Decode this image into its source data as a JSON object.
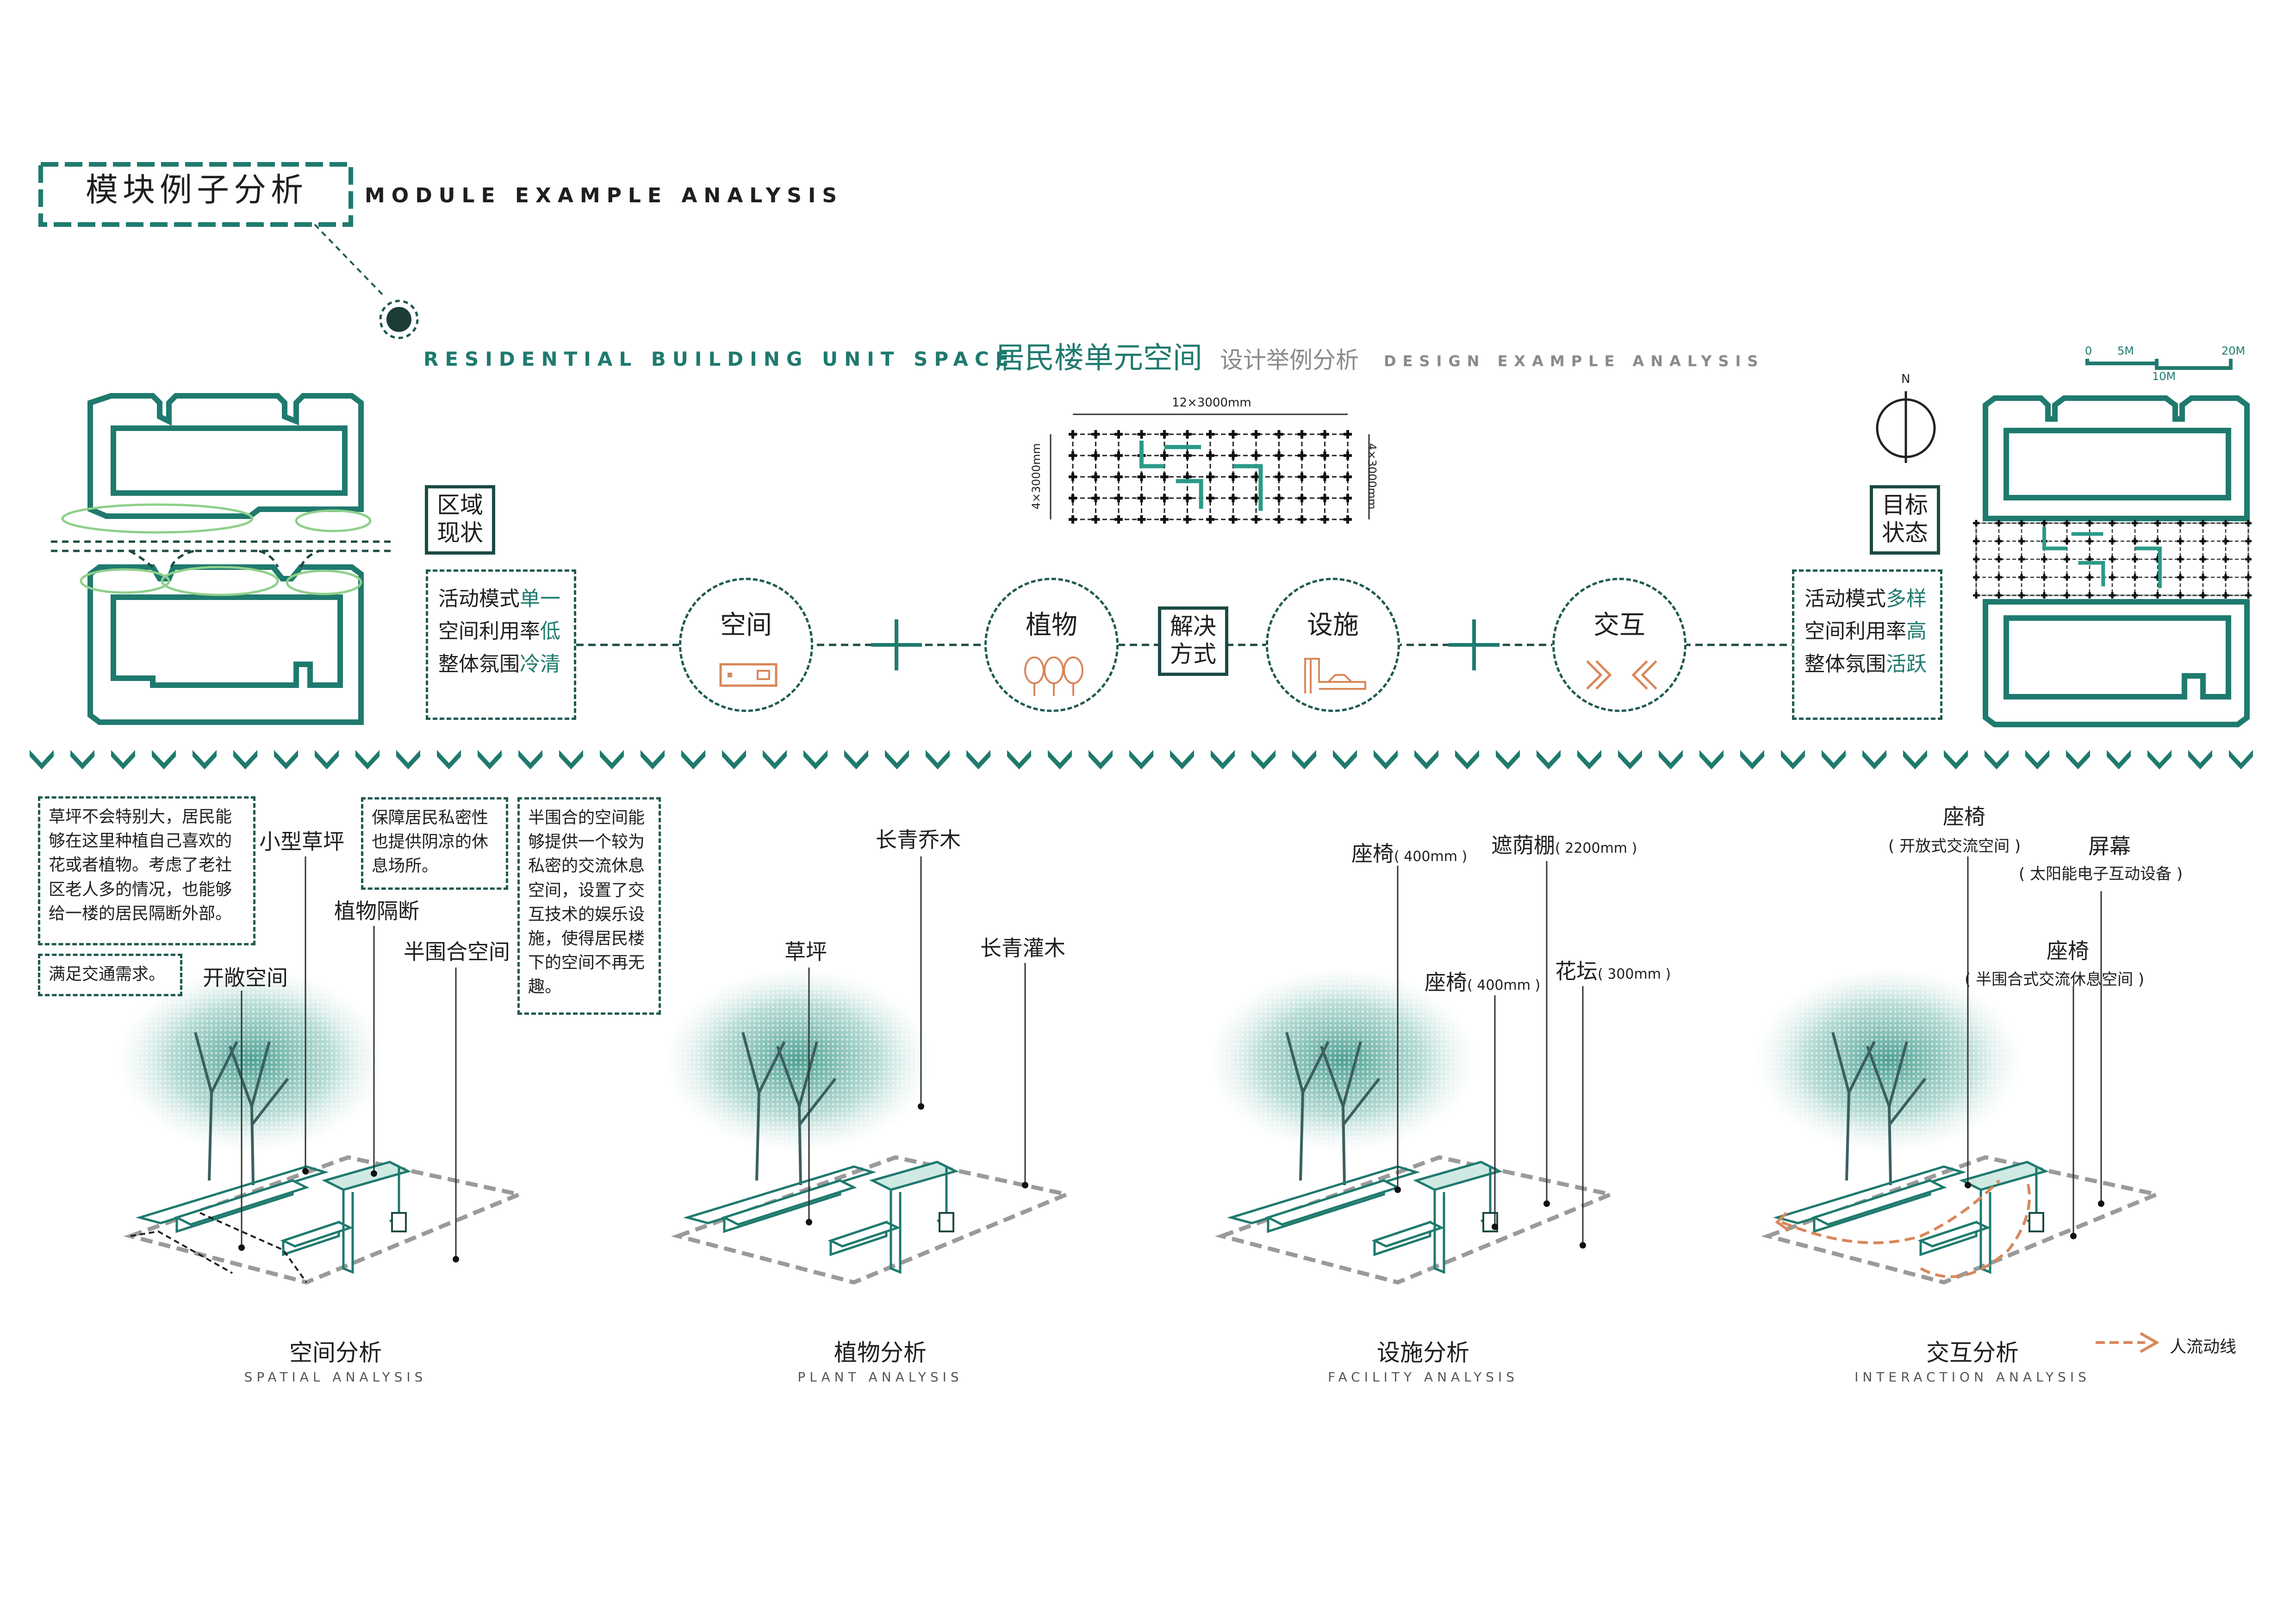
{
  "header": {
    "title_cn": "模块例子分析",
    "title_en": "MODULE EXAMPLE ANALYSIS"
  },
  "subheader": {
    "en_left": "RESIDENTIAL BUILDING UNIT SPACE",
    "cn_main": "居民楼单元空间",
    "cn_sub": "设计举例分析",
    "en_right": "DESIGN EXAMPLE ANALYSIS"
  },
  "scale_bar": {
    "t0": "0",
    "t5": "5M",
    "t10": "10M",
    "t20": "20M"
  },
  "north": "N",
  "grid_module": {
    "top_dim": "12×3000mm",
    "left_dim": "4×3000mm",
    "right_dim": "4×3000mm"
  },
  "current": {
    "label_lines": [
      "区域",
      "现状"
    ],
    "rows": [
      {
        "base": "活动模式",
        "accent": "单一"
      },
      {
        "base": "空间利用率",
        "accent": "低"
      },
      {
        "base": "整体氛围",
        "accent": "冷清"
      }
    ]
  },
  "target": {
    "label_lines": [
      "目标",
      "状态"
    ],
    "rows": [
      {
        "base": "活动模式",
        "accent": "多样"
      },
      {
        "base": "空间利用率",
        "accent": "高"
      },
      {
        "base": "整体氛围",
        "accent": "活跃"
      }
    ]
  },
  "solution_label_lines": [
    "解决",
    "方式"
  ],
  "elements": [
    {
      "label": "空间",
      "icon": "bench-icon"
    },
    {
      "label": "植物",
      "icon": "trees-icon"
    },
    {
      "label": "设施",
      "icon": "facility-icon"
    },
    {
      "label": "交互",
      "icon": "chevrons-icon"
    }
  ],
  "spatial": {
    "caption_cn": "空间分析",
    "caption_en": "SPATIAL ANALYSIS",
    "note1": [
      "草坪不会特别大，居民能",
      "够在这里种植自己喜欢的",
      "花或者植物。考虑了老社",
      "区老人多的情况，也能够",
      "给一楼的居民隔断外部。"
    ],
    "note2": [
      "满足交通需求。"
    ],
    "note3": [
      "保障居民私密性",
      "也提供阴凉的休",
      "息场所。"
    ],
    "note4": [
      "半围合的空间能",
      "够提供一个较为",
      "私密的交流休息",
      "空间，设置了交",
      "互技术的娱乐设",
      "施，使得居民楼",
      "下的空间不再无",
      "趣。"
    ],
    "labels": {
      "small_lawn": "小型草坪",
      "plant_divider": "植物隔断",
      "open_space": "开敞空间",
      "semi_enclosed": "半围合空间"
    }
  },
  "plant": {
    "caption_cn": "植物分析",
    "caption_en": "PLANT ANALYSIS",
    "labels": {
      "evergreen_tree": "长青乔木",
      "lawn": "草坪",
      "evergreen_shrub": "长青灌木"
    }
  },
  "facility": {
    "caption_cn": "设施分析",
    "caption_en": "FACILITY ANALYSIS",
    "labels": {
      "seat1": "座椅",
      "seat1_dim": "( 400mm )",
      "canopy": "遮荫棚",
      "canopy_dim": "( 2200mm )",
      "seat2": "座椅",
      "seat2_dim": "( 400mm )",
      "planter": "花坛",
      "planter_dim": "( 300mm )"
    }
  },
  "interaction": {
    "caption_cn": "交互分析",
    "caption_en": "INTERACTION ANALYSIS",
    "legend": "人流动线",
    "labels": {
      "seat_open": "座椅",
      "seat_open_sub": "( 开放式交流空间 )",
      "screen": "屏幕",
      "screen_sub": "( 太阳能电子互动设备 )",
      "seat_semi": "座椅",
      "seat_semi_sub": "( 半围合式交流休息空间 )"
    }
  },
  "colors": {
    "teal": "#1f7a6e",
    "dark": "#1c4a44",
    "orange": "#d8875a",
    "gray": "#9a9a9a"
  }
}
